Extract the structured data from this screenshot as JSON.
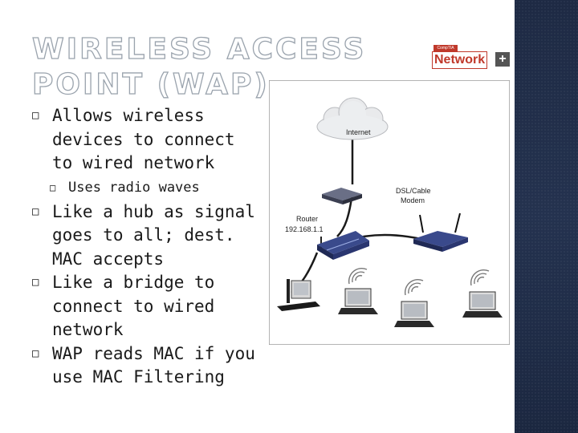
{
  "slide": {
    "title": "WIRELESS ACCESS POINT (WAP)",
    "logo": {
      "top_text": "CompTIA",
      "word": "Network",
      "plus": "+",
      "brand_color": "#c0392b"
    },
    "bullets": [
      {
        "level": 1,
        "marker": "□",
        "text": "Allows wireless devices to connect to wired network"
      },
      {
        "level": 2,
        "marker": "□",
        "text": "Uses radio waves"
      },
      {
        "level": 1,
        "marker": "□",
        "text": "Like a hub as signal goes to all; dest. MAC accepts"
      },
      {
        "level": 1,
        "marker": "□",
        "text": "Like a bridge to connect to wired network"
      },
      {
        "level": 1,
        "marker": "□",
        "text": "WAP reads MAC if you use MAC Filtering"
      }
    ],
    "diagram": {
      "internet_label": "Internet",
      "modem_label_line1": "DSL/Cable",
      "modem_label_line2": "Modem",
      "router_label": "Router",
      "router_ip": "192.168.1.1"
    },
    "colors": {
      "sidebar": "#1e2a44"
    }
  }
}
